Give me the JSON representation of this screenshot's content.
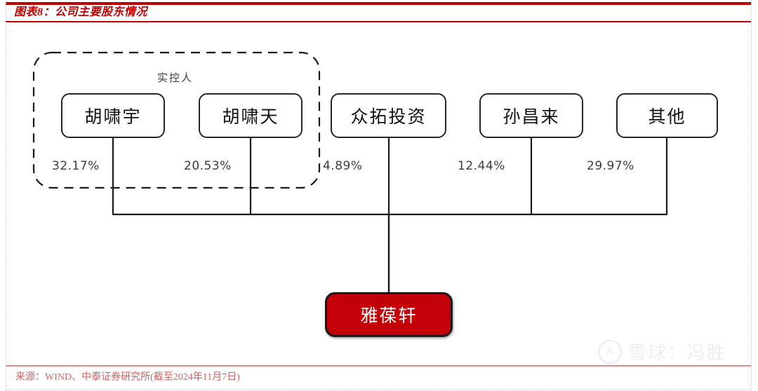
{
  "exhibit": {
    "title": "图表8：公司主要股东情况",
    "source": "来源：WIND、中泰证券研究所(截至2024年11月7日)",
    "accent_color": "#c00000"
  },
  "watermark": {
    "logo_glyph": "X",
    "text": "雪球：冯胜"
  },
  "diagram": {
    "group": {
      "label": "实控人",
      "members": [
        "胡啸宇",
        "胡啸天"
      ]
    },
    "company": {
      "name": "雅葆轩",
      "fill_color": "#c30008",
      "text_color": "#ffffff"
    },
    "shareholders": [
      {
        "name": "胡啸宇",
        "stake": "32.17%",
        "in_group": true
      },
      {
        "name": "胡啸天",
        "stake": "20.53%",
        "in_group": true
      },
      {
        "name": "众拓投资",
        "stake": "4.89%",
        "in_group": false
      },
      {
        "name": "孙昌来",
        "stake": "12.44%",
        "in_group": false
      },
      {
        "name": "其他",
        "stake": "29.97%",
        "in_group": false
      }
    ]
  }
}
